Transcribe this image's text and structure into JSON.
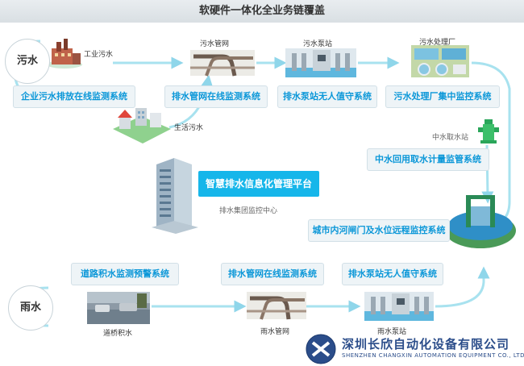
{
  "title": "软硬件一体化全业务链覆盖",
  "categories": {
    "sewage": "污水",
    "rain": "雨水"
  },
  "labels": {
    "industrial_sewage": "工业污水",
    "domestic_sewage": "生活污水",
    "sewage_pipe_network": "污水管网",
    "sewage_pump_station": "污水泵站",
    "sewage_treatment_plant": "污水处理厂",
    "reclaimed_water_intake": "中水取水站",
    "drainage_control_center": "排水集团监控中心",
    "bridge_water_logging": "道桥积水",
    "rain_pipe_network": "雨水管网",
    "rain_pump_station": "雨水泵站"
  },
  "systems": {
    "enterprise_discharge": "企业污水排放在线监测系统",
    "sewage_pipe_monitor": "排水管网在线监测系统",
    "sewage_pump_unmanned": "排水泵站无人值守系统",
    "plant_central_control": "污水处理厂集中监控系统",
    "reclaimed_water_metering": "中水回用取水计量监管系统",
    "river_gate_monitor": "城市内河闸门及水位远程监控系统",
    "road_waterlogging_warning": "道路积水监测预警系统",
    "rain_pipe_monitor": "排水管网在线监测系统",
    "rain_pump_unmanned": "排水泵站无人值守系统"
  },
  "platform": "智慧排水信息化管理平台",
  "company": {
    "name_cn": "深圳长欣自动化设备有限公司",
    "name_en": "SHENZHEN CHANGXIN AUTOMATION EQUIPMENT CO., LTD"
  },
  "colors": {
    "accent": "#0b97d8",
    "platform": "#16b6ea",
    "flow": "#9ee0ee",
    "brand": "#2b4d8a"
  },
  "icons": [
    "factory-icon",
    "houses-icon",
    "pipe-icon",
    "pump-station-icon",
    "treatment-plant-icon",
    "water-tap-icon",
    "control-building-icon",
    "flood-icon",
    "river-gate-icon",
    "company-logo-icon"
  ]
}
